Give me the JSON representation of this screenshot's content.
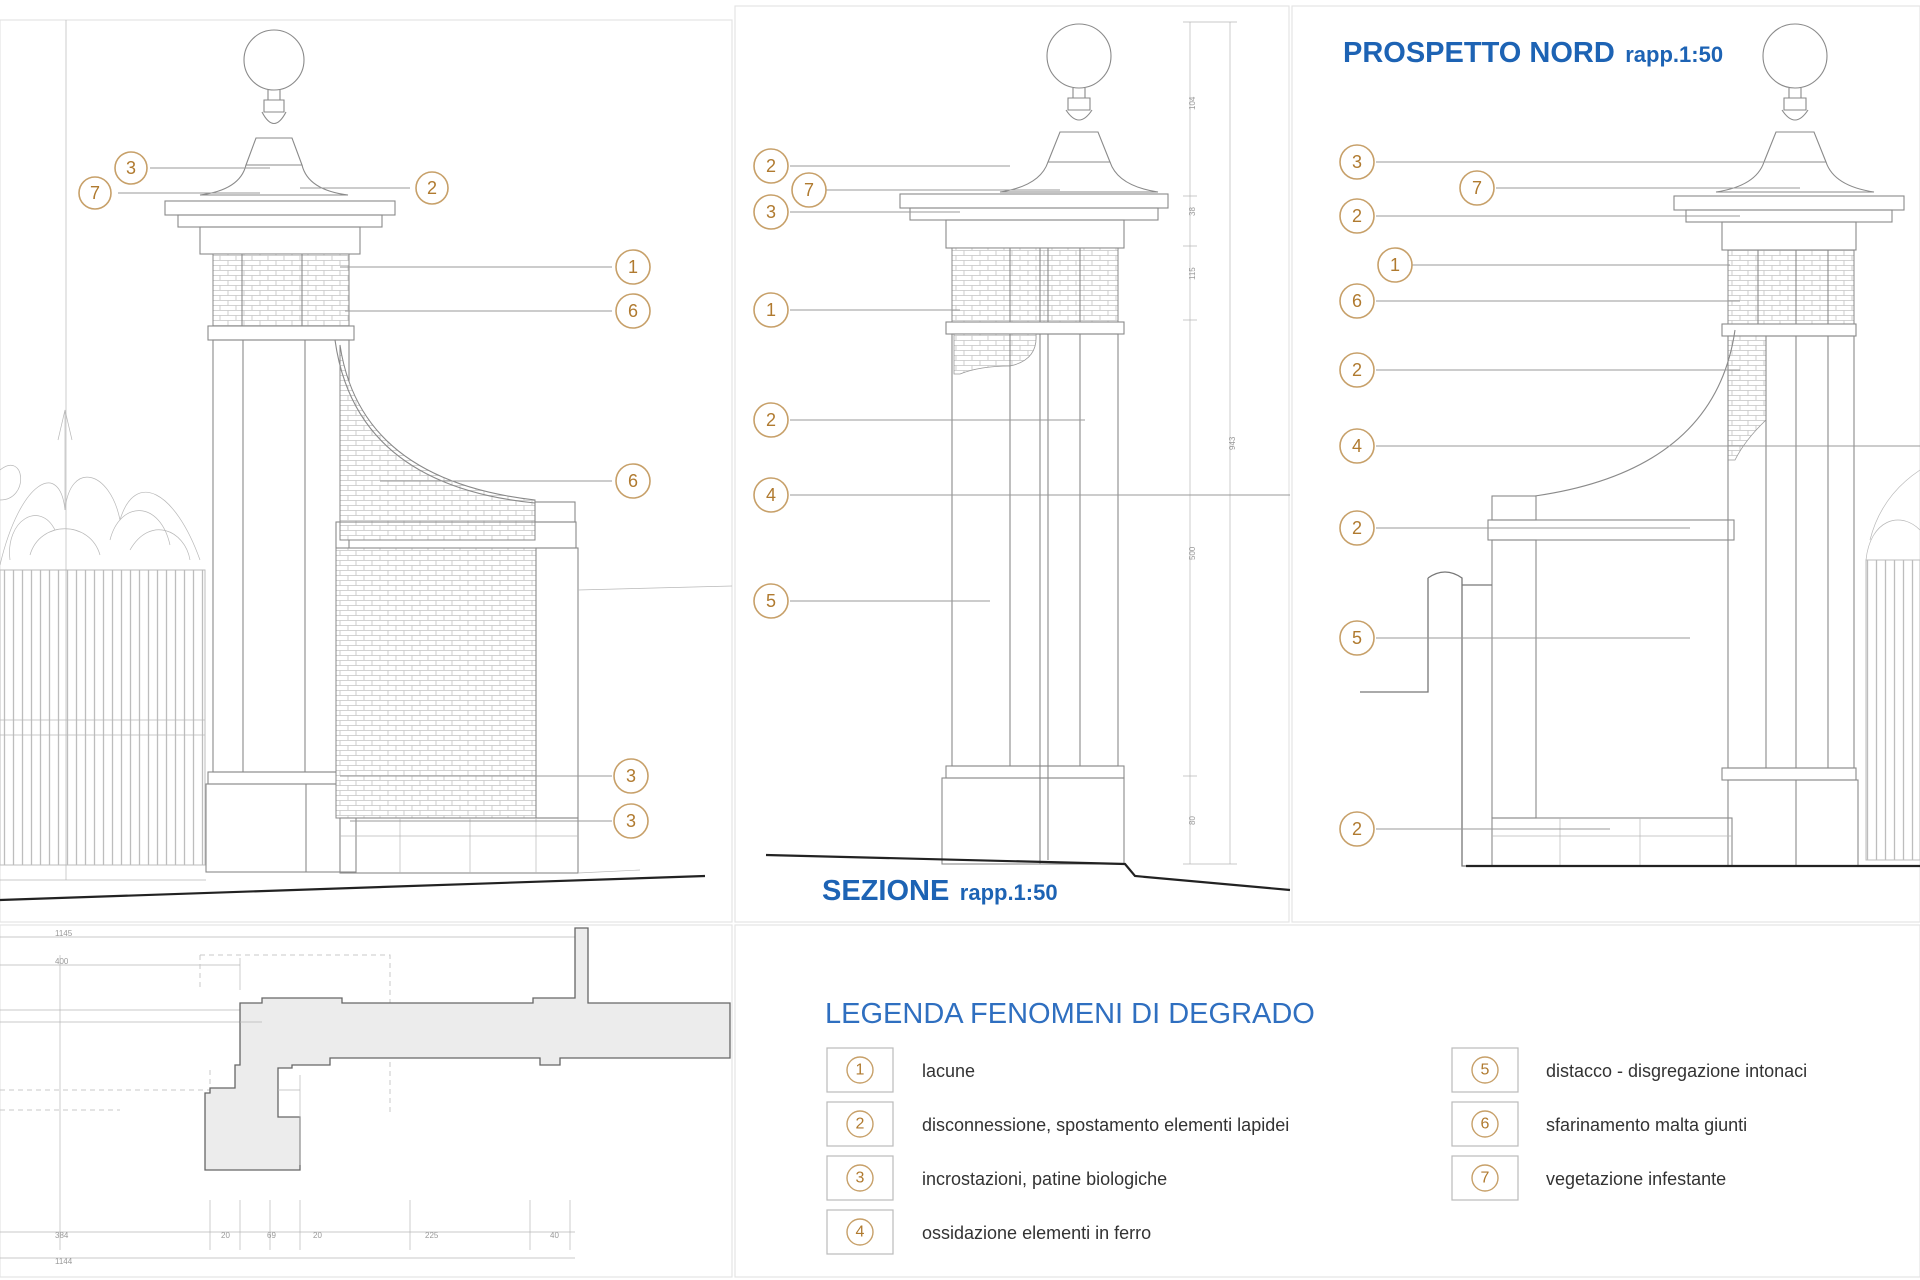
{
  "titles": {
    "prospetto_nord": "PROSPETTO NORD",
    "prospetto_scale": "rapp.1:50",
    "sezione": "SEZIONE",
    "sezione_scale": "rapp.1:50"
  },
  "legend": {
    "title": "LEGENDA FENOMENI DI DEGRADO",
    "items": [
      {
        "num": "1",
        "label": "lacune"
      },
      {
        "num": "2",
        "label": "disconnessione, spostamento elementi lapidei"
      },
      {
        "num": "3",
        "label": "incrostazioni, patine biologiche"
      },
      {
        "num": "4",
        "label": "ossidazione elementi in ferro"
      },
      {
        "num": "5",
        "label": "distacco - disgregazione intonaci"
      },
      {
        "num": "6",
        "label": "sfarinamento malta giunti"
      },
      {
        "num": "7",
        "label": "vegetazione infestante"
      }
    ]
  },
  "callouts": {
    "left": [
      "3",
      "7",
      "2",
      "1",
      "6",
      "6",
      "3",
      "3"
    ],
    "section": [
      "2",
      "7",
      "3",
      "1",
      "2",
      "4",
      "5"
    ],
    "right": [
      "3",
      "7",
      "2",
      "1",
      "6",
      "2",
      "4",
      "2",
      "5",
      "2"
    ]
  },
  "dimensions": {
    "section": [
      "104",
      "38",
      "115",
      "943",
      "500",
      "80"
    ],
    "plan_top": [
      "1145",
      "400"
    ],
    "plan_bottom": [
      "384",
      "20",
      "69",
      "20",
      "225",
      "40",
      "1144"
    ]
  },
  "colors": {
    "title_blue": "#1d63b4",
    "callout_orange": "#b07a2f",
    "line_grey": "#8a8a8a"
  }
}
